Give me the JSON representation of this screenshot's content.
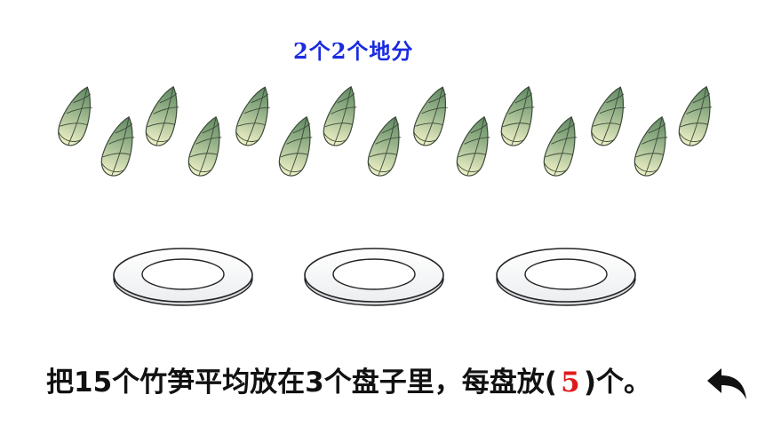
{
  "heading": "2个2个地分",
  "shoot_count": 15,
  "plate_count": 3,
  "question": {
    "prefix": "把15个竹笋平均放在3个盘子里，每盘放(",
    "answer": "5",
    "suffix": ")个。"
  },
  "back_icon": "undo-arrow-icon",
  "colors": {
    "heading": "#1a2be0",
    "answer": "#e01a1a",
    "shoot_light": "#e9efc4",
    "shoot_dark": "#8fae86",
    "plate_stroke": "#222222"
  }
}
